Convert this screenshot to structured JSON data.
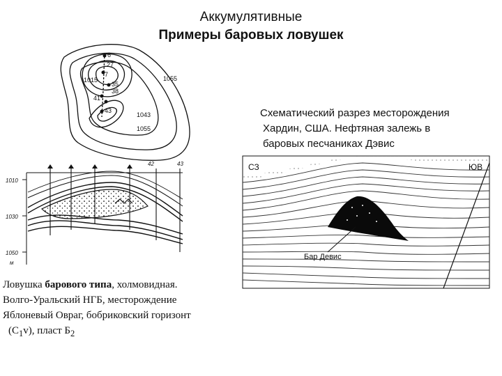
{
  "header": {
    "title_line1": "Аккумулятивные",
    "title_line2": "Примеры  баровых ловушек"
  },
  "map": {
    "contour_labels": [
      "1015",
      "1055",
      "1043",
      "1055"
    ],
    "well_labels": [
      "6",
      "27",
      "7",
      "35",
      "38",
      "41",
      "43"
    ]
  },
  "section_left": {
    "depth_labels": [
      "1010",
      "1030",
      "1050"
    ],
    "unit_label": "м",
    "well_labels": [
      "42",
      "43"
    ]
  },
  "section_right": {
    "left_label": "СЗ",
    "right_label": "ЮВ",
    "bar_label": "Бар Девис"
  },
  "right_caption": {
    "lines": [
      "Схематический разрез месторождения",
      "Хардин, США. Нефтяная залежь в",
      "баровых песчаниках Дэвис"
    ]
  },
  "left_caption": {
    "line1_pre": "Ловушка ",
    "line1_bold": "барового типа",
    "line1_post": ", холмовидная.",
    "line2": "Волго-Уральский НГБ,  месторождение",
    "line3": "Яблоневый Овраг, бобриковский горизонт",
    "line4_pre": "(С",
    "line4_sub1": "1",
    "line4_mid": "v), пласт Б",
    "line4_sub2": "2"
  },
  "colors": {
    "ink": "#111111",
    "reservoir": "#0a0a0a"
  }
}
